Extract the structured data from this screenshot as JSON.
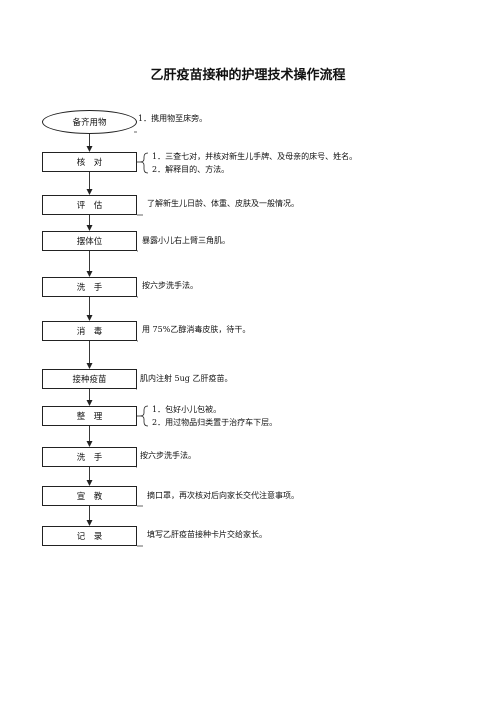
{
  "title": "乙肝疫苗接种的护理技术操作流程",
  "steps": [
    {
      "label": "备齐用物",
      "lines": [
        "1．携用物至床旁。"
      ]
    },
    {
      "label": "核　对",
      "lines": [
        "1．三查七对，并核对新生儿手牌、及母亲的床号、姓名。",
        "2．解释目的、方法。"
      ]
    },
    {
      "label": "评　估",
      "lines": [
        "了解新生儿日龄、体重、皮肤及一般情况。"
      ]
    },
    {
      "label": "摆体位",
      "lines": [
        "暴露小儿右上臂三角肌。"
      ]
    },
    {
      "label": "洗　手",
      "lines": [
        "按六步洗手法。"
      ]
    },
    {
      "label": "消　毒",
      "lines": [
        "用 75%乙醇消毒皮肤，待干。"
      ]
    },
    {
      "label": "接种疫苗",
      "lines": [
        "肌内注射 5ug 乙肝疫苗。"
      ]
    },
    {
      "label": "整　理",
      "lines": [
        "1．包好小儿包被。",
        "2．用过物品归类置于治疗车下层。"
      ]
    },
    {
      "label": "洗　手",
      "lines": [
        "按六步洗手法。"
      ]
    },
    {
      "label": "宣　教",
      "lines": [
        "摘口罩，再次核对后向家长交代注意事项。"
      ]
    },
    {
      "label": "记　录",
      "lines": [
        "填写乙肝疫苗接种卡片交给家长。"
      ]
    }
  ]
}
